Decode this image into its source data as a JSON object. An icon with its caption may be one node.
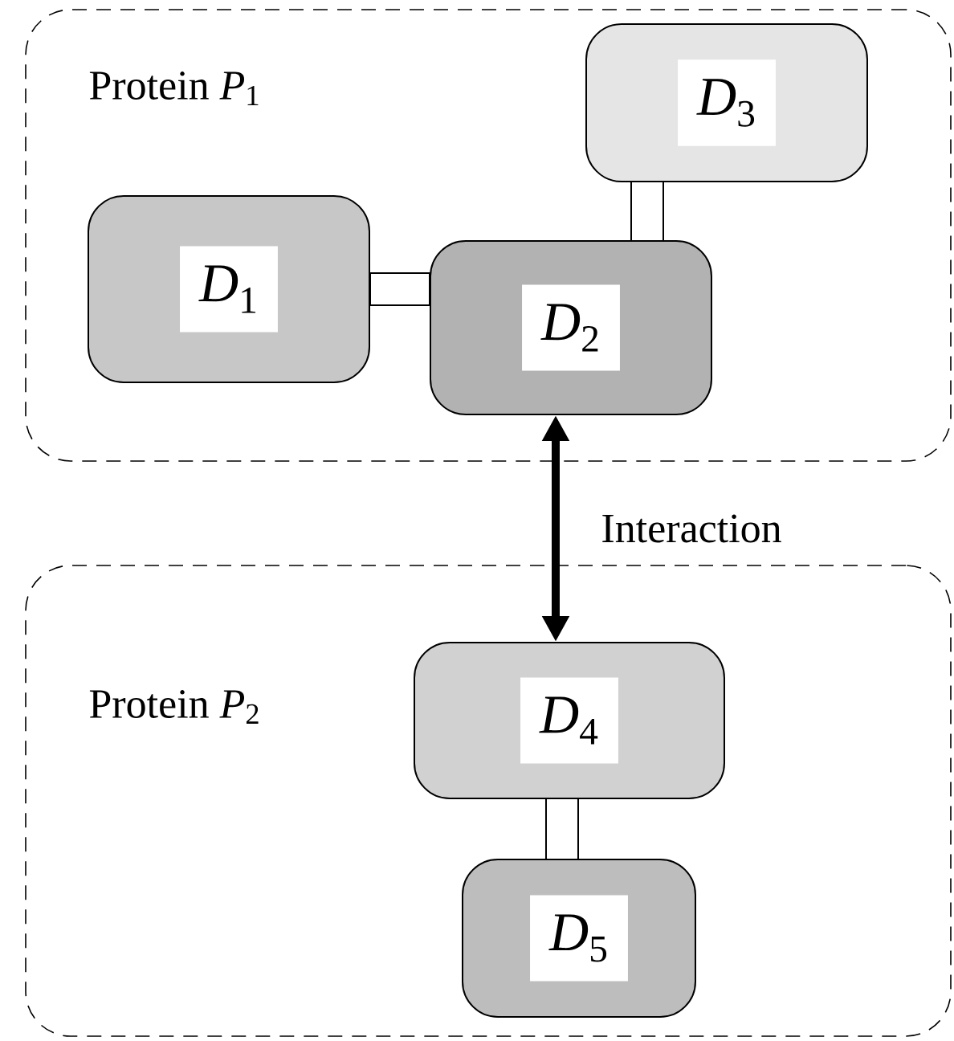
{
  "diagram": {
    "nodes": [
      {
        "text": [
          "Protein *P*$_{1}$"
        ]
      },
      {
        "text": [
          "*D*$_{1}$"
        ],
        "in": 0
      },
      {
        "text": [
          "*D*$_{2}$"
        ],
        "in": 0
      },
      {
        "text": [
          "*D*$_{3}$"
        ],
        "in": 0
      },
      {
        "text": [
          "Protein *P*$_{2}$"
        ]
      },
      {
        "text": [
          "*D*$_{4}$"
        ],
        "in": 4
      },
      {
        "text": [
          "*D*$_{5}$"
        ],
        "in": 4
      }
    ],
    "edges": [
      {
        "from": 1,
        "to": 2,
        "arrow": "none"
      },
      {
        "from": 2,
        "to": 3,
        "arrow": "none"
      },
      {
        "from": 2,
        "to": 5,
        "arrow": "both",
        "label": "Interaction",
        "style": "thick"
      },
      {
        "from": 5,
        "to": 6,
        "arrow": "none"
      }
    ]
  }
}
